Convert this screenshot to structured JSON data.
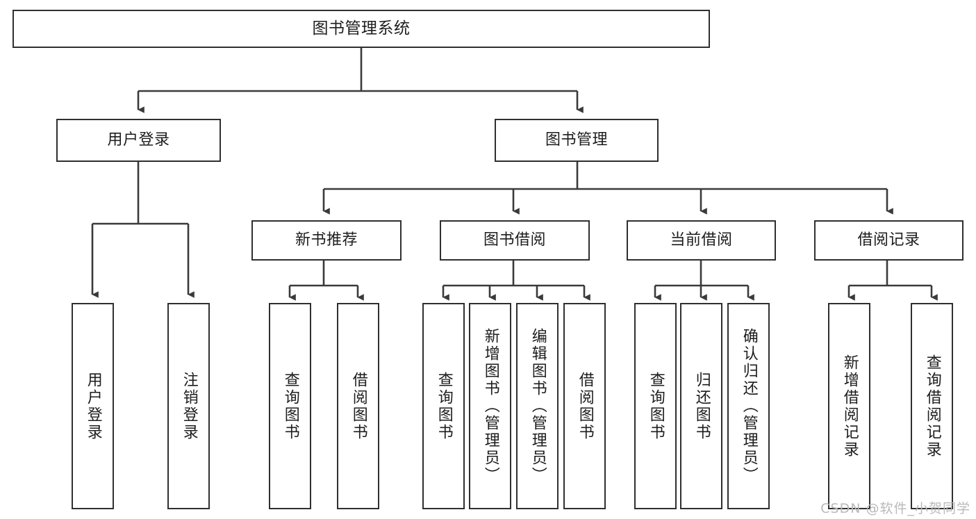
{
  "diagram": {
    "title": "图书管理系统",
    "type": "tree-hierarchy-diagram",
    "watermark": "CSDN @软件_小贺同学",
    "colors": {
      "box_border": "#2f2f2f",
      "box_fill": "#ffffff",
      "connector": "#3a3a3a",
      "text": "#1d1d1d",
      "watermark": "#b9b9b9"
    },
    "nodes": {
      "root": {
        "label": "图书管理系统"
      },
      "level2": [
        {
          "id": "user-login",
          "label": "用户登录"
        },
        {
          "id": "book-manage",
          "label": "图书管理"
        }
      ],
      "level3": [
        {
          "id": "new-book-rec",
          "label": "新书推荐"
        },
        {
          "id": "book-borrow",
          "label": "图书借阅"
        },
        {
          "id": "current-borrow",
          "label": "当前借阅"
        },
        {
          "id": "borrow-record",
          "label": "借阅记录"
        }
      ],
      "leaves": {
        "user_login": [
          {
            "id": "leaf-user-login",
            "label": "用户登录"
          },
          {
            "id": "leaf-user-logout",
            "label": "注销登录"
          }
        ],
        "new_book_rec": [
          {
            "id": "leaf-query-book-1",
            "label": "查询图书"
          },
          {
            "id": "leaf-borrow-book-1",
            "label": "借阅图书"
          }
        ],
        "book_borrow": [
          {
            "id": "leaf-query-book-2",
            "label": "查询图书"
          },
          {
            "id": "leaf-add-book",
            "label": "新增图书（管理员）"
          },
          {
            "id": "leaf-edit-book",
            "label": "编辑图书（管理员）"
          },
          {
            "id": "leaf-borrow-book-2",
            "label": "借阅图书"
          }
        ],
        "current_borrow": [
          {
            "id": "leaf-query-book-3",
            "label": "查询图书"
          },
          {
            "id": "leaf-return-book",
            "label": "归还图书"
          },
          {
            "id": "leaf-confirm-return",
            "label": "确认归还（管理员）"
          }
        ],
        "borrow_record": [
          {
            "id": "leaf-add-record",
            "label": "新增借阅记录"
          },
          {
            "id": "leaf-query-record",
            "label": "查询借阅记录"
          }
        ]
      }
    }
  }
}
